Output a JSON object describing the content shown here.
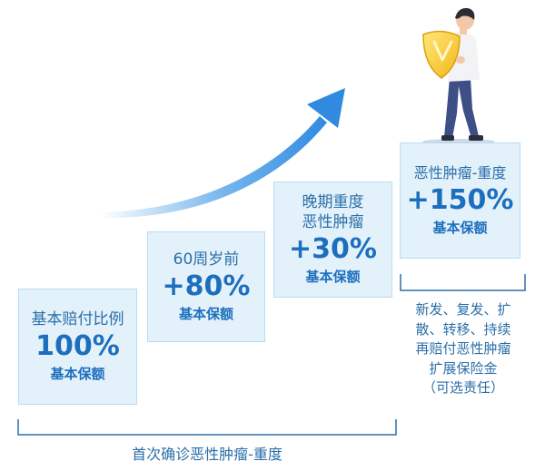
{
  "boxes": [
    {
      "head": "基本赔付比例",
      "value": "100%",
      "label": "基本保额"
    },
    {
      "head": "60周岁前",
      "value": "+80%",
      "label": "基本保额"
    },
    {
      "head": "晚期重度\n恶性肿瘤",
      "value": "+30%",
      "label": "基本保额"
    },
    {
      "head": "恶性肿瘤-重度",
      "value": "+150%",
      "label": "基本保额"
    }
  ],
  "note_lines": [
    "新发、复发、扩",
    "散、转移、持续",
    "再赔付恶性肿瘤",
    "扩展保险金",
    "（可选责任）"
  ],
  "caption": "首次确诊恶性肿瘤-重度",
  "colors": {
    "box_bg": "#e3f1fb",
    "box_border": "#b8dcf5",
    "accent": "#1d6fbd",
    "text": "#2b6fa8",
    "arrow": "#3a95e4"
  }
}
